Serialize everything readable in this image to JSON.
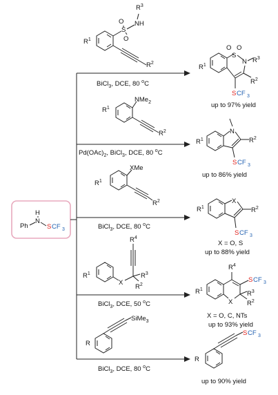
{
  "reagent": {
    "ph": "Ph",
    "n": "N",
    "h": "H",
    "s": "S",
    "cf3": "CF",
    "cf3_sub": "3",
    "pink": "#e8a9bd"
  },
  "colors": {
    "s_red": "#e0201b",
    "cf3_blue": "#1f5fb0"
  },
  "reactions": [
    {
      "substrate": {
        "r_main": "R",
        "r_main_sup": "1",
        "r2": "R",
        "r2_sup": "2",
        "r3": "R",
        "r3_sup": "3",
        "s": "S",
        "o1": "O",
        "o2": "O",
        "n": "N",
        "h": "H"
      },
      "conditions": "BiCl3, DCE, 80 oC",
      "cond_parts": [
        "BiCl",
        "3",
        ", DCE, 80 ",
        "o",
        "C"
      ],
      "product": {
        "r1": "R",
        "r1_sup": "1",
        "r2": "R",
        "r2_sup": "2",
        "r3": "R",
        "r3_sup": "3",
        "s": "S",
        "o1": "O",
        "o2": "O",
        "n": "N",
        "scf3_s": "S",
        "scf3_cf": "CF",
        "scf3_sub": "3"
      },
      "yield": "up to 97% yield"
    },
    {
      "substrate": {
        "r1": "R",
        "r1_sup": "1",
        "nme2": "NMe",
        "nme2_sub": "2",
        "r2": "R",
        "r2_sup": "2"
      },
      "conditions": "Pd(OAc)2, BiCl3, DCE, 80 oC",
      "cond_parts": [
        "Pd(OAc)",
        "2",
        ", BiCl",
        "3",
        ", DCE, 80 ",
        "o",
        "C"
      ],
      "product": {
        "r1": "R",
        "r1_sup": "1",
        "n": "N",
        "r2": "R",
        "r2_sup": "2",
        "scf3_s": "S",
        "scf3_cf": "CF",
        "scf3_sub": "3"
      },
      "yield": "up to 86% yield"
    },
    {
      "substrate": {
        "r1": "R",
        "r1_sup": "1",
        "xme": "XMe",
        "r2": "R",
        "r2_sup": "2"
      },
      "conditions": "BiCl3, DCE, 80 oC",
      "cond_parts": [
        "BiCl",
        "3",
        ", DCE, 80 ",
        "o",
        "C"
      ],
      "product": {
        "r1": "R",
        "r1_sup": "1",
        "x": "X",
        "r2": "R",
        "r2_sup": "2",
        "scf3_s": "S",
        "scf3_cf": "CF",
        "scf3_sub": "3"
      },
      "note": "X = O, S",
      "yield": "up to 88% yield"
    },
    {
      "substrate": {
        "r1": "R",
        "r1_sup": "1",
        "x": "X",
        "r2": "R",
        "r2_sup": "2",
        "r3": "R",
        "r3_sup": "3",
        "r4": "R",
        "r4_sup": "4"
      },
      "conditions": "BiCl3, DCE, 50 oC",
      "cond_parts": [
        "BiCl",
        "3",
        ", DCE, 50 ",
        "o",
        "C"
      ],
      "product": {
        "r1": "R",
        "r1_sup": "1",
        "x": "X",
        "r2": "R",
        "r2_sup": "2",
        "r3": "R",
        "r3_sup": "3",
        "r4": "R",
        "r4_sup": "4",
        "scf3_s": "S",
        "scf3_cf": "CF",
        "scf3_sub": "3"
      },
      "note": "X = O, C, NTs",
      "yield": "up to 93% yield"
    },
    {
      "substrate": {
        "r": "R",
        "sime3": "SiMe",
        "sime3_sub": "3"
      },
      "conditions": "BiCl3, DCE, 80 oC",
      "cond_parts": [
        "BiCl",
        "3",
        ", DCE, 80 ",
        "o",
        "C"
      ],
      "product": {
        "r": "R",
        "scf3_s": "S",
        "scf3_cf": "CF",
        "scf3_sub": "3"
      },
      "yield": "up to 90% yield"
    }
  ]
}
